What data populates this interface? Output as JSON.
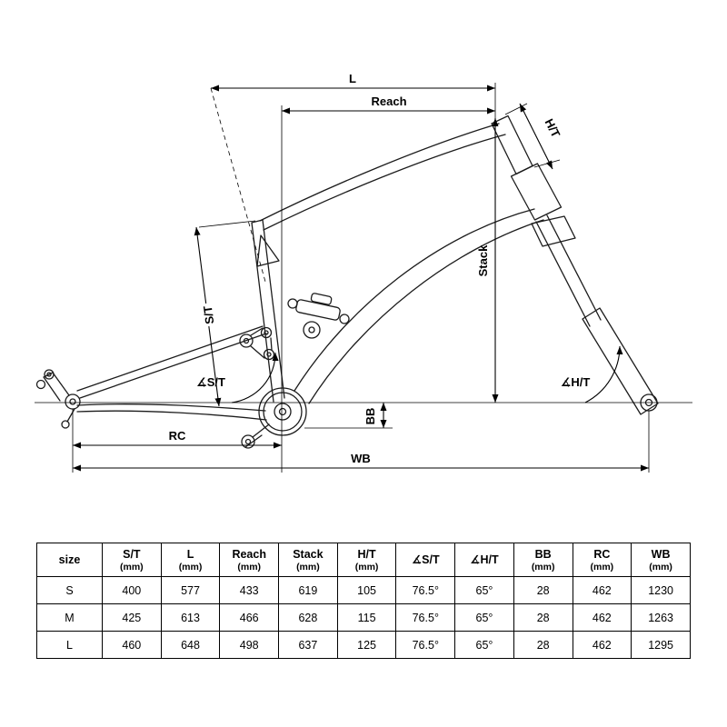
{
  "diagram": {
    "labels": {
      "l": "L",
      "reach": "Reach",
      "ht": "H/T",
      "stack": "Stack",
      "st": "S/T",
      "angle_st": "∡S/T",
      "angle_ht": "∡H/T",
      "bb": "BB",
      "rc": "RC",
      "wb": "WB"
    }
  },
  "table": {
    "headers": [
      {
        "label": "size",
        "unit": ""
      },
      {
        "label": "S/T",
        "unit": "(mm)"
      },
      {
        "label": "L",
        "unit": "(mm)"
      },
      {
        "label": "Reach",
        "unit": "(mm)"
      },
      {
        "label": "Stack",
        "unit": "(mm)"
      },
      {
        "label": "H/T",
        "unit": "(mm)"
      },
      {
        "label": "∡S/T",
        "unit": ""
      },
      {
        "label": "∡H/T",
        "unit": ""
      },
      {
        "label": "BB",
        "unit": "(mm)"
      },
      {
        "label": "RC",
        "unit": "(mm)"
      },
      {
        "label": "WB",
        "unit": "(mm)"
      }
    ],
    "rows": [
      {
        "size": "S",
        "values": [
          "400",
          "577",
          "433",
          "619",
          "105",
          "76.5°",
          "65°",
          "28",
          "462",
          "1230"
        ]
      },
      {
        "size": "M",
        "values": [
          "425",
          "613",
          "466",
          "628",
          "115",
          "76.5°",
          "65°",
          "28",
          "462",
          "1263"
        ]
      },
      {
        "size": "L",
        "values": [
          "460",
          "648",
          "498",
          "637",
          "125",
          "76.5°",
          "65°",
          "28",
          "462",
          "1295"
        ]
      }
    ]
  }
}
